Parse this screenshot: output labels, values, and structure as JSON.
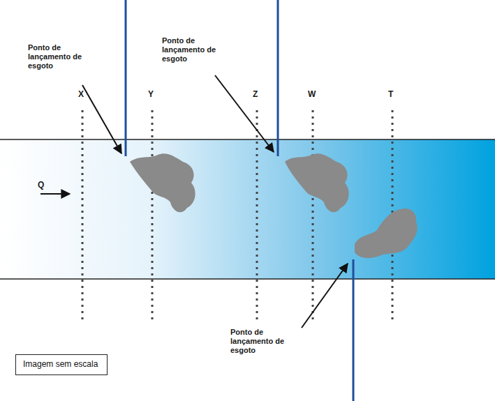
{
  "diagram": {
    "nodes": [
      {
        "text": [
          "Imagem sem escala"
        ]
      }
    ],
    "labels": [
      "Ponto de lançamento de esgoto",
      "X",
      "Y",
      "Ponto de lançamento de esgoto",
      "Z",
      "W",
      "T",
      "Q",
      "Ponto de lançamento de esgoto"
    ]
  }
}
